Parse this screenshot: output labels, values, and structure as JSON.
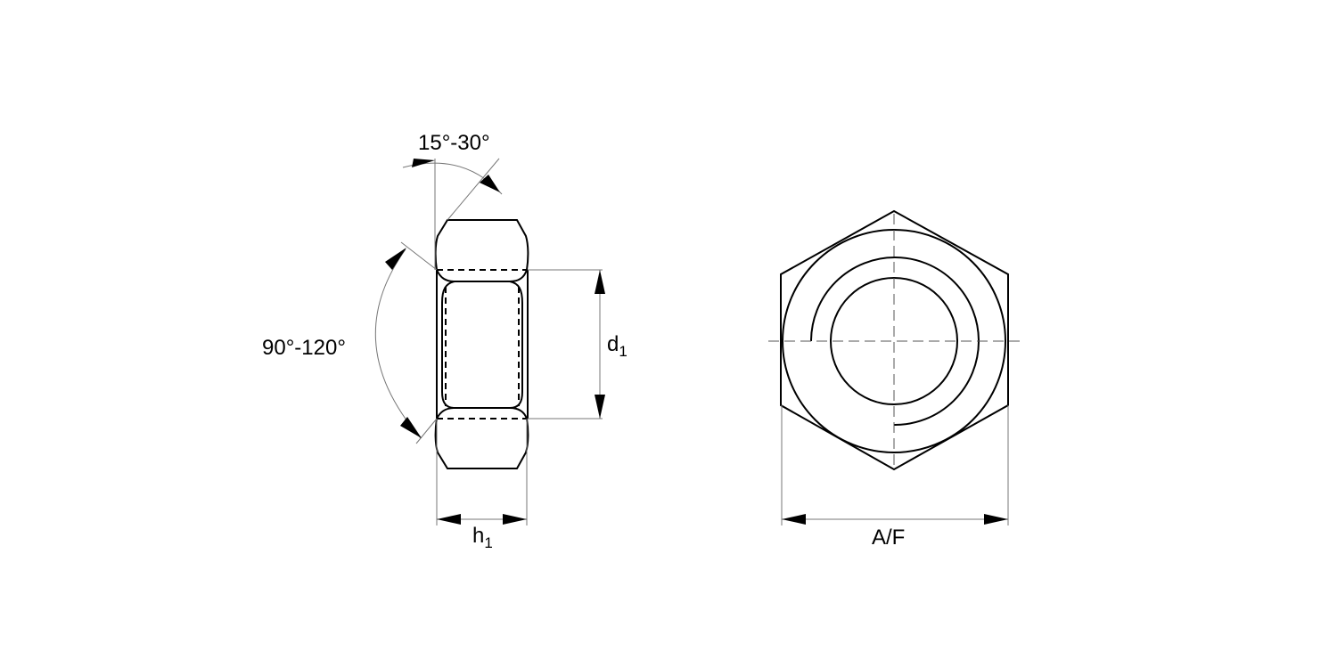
{
  "drawing": {
    "subject": "hex nut",
    "side_view": {
      "chamfer_angle_label": "15°-30°",
      "countersink_angle_label": "90°-120°",
      "diameter_label_main": "d",
      "diameter_label_sub": "1",
      "height_label_main": "h",
      "height_label_sub": "1"
    },
    "front_view": {
      "across_flats_label": "A/F"
    }
  },
  "colors": {
    "line": "#000000",
    "dimension_line": "#777777",
    "background": "#ffffff"
  }
}
